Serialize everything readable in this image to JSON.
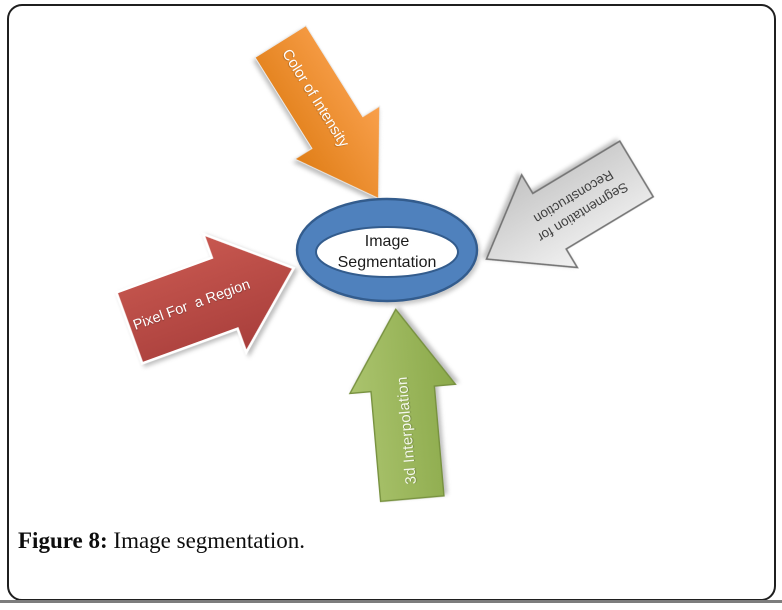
{
  "hub": {
    "line1": "Image",
    "line2": "Segmentation",
    "fill_color": "#4F81BD",
    "outline_color": "#335C8D"
  },
  "arrows": [
    {
      "id": "color-of-intensity",
      "label": "Color of Intensity",
      "color": "#EE8B2A",
      "direction": "down-right-into-hub"
    },
    {
      "id": "pixel-for-a-region",
      "label": "Pixel For  a Region",
      "color": "#BE4B48",
      "direction": "right-into-hub"
    },
    {
      "id": "3d-interpolation",
      "label": "3d Interpolation",
      "color": "#9BBB59",
      "direction": "up-into-hub"
    },
    {
      "id": "segmentation-for-reconstruction",
      "label_line1": "Segmentation for",
      "label_line2": "Reconstruction",
      "color": "#D9D9D9",
      "direction": "down-left-into-hub"
    }
  ],
  "caption": {
    "label": "Figure 8:",
    "text": " Image segmentation."
  }
}
